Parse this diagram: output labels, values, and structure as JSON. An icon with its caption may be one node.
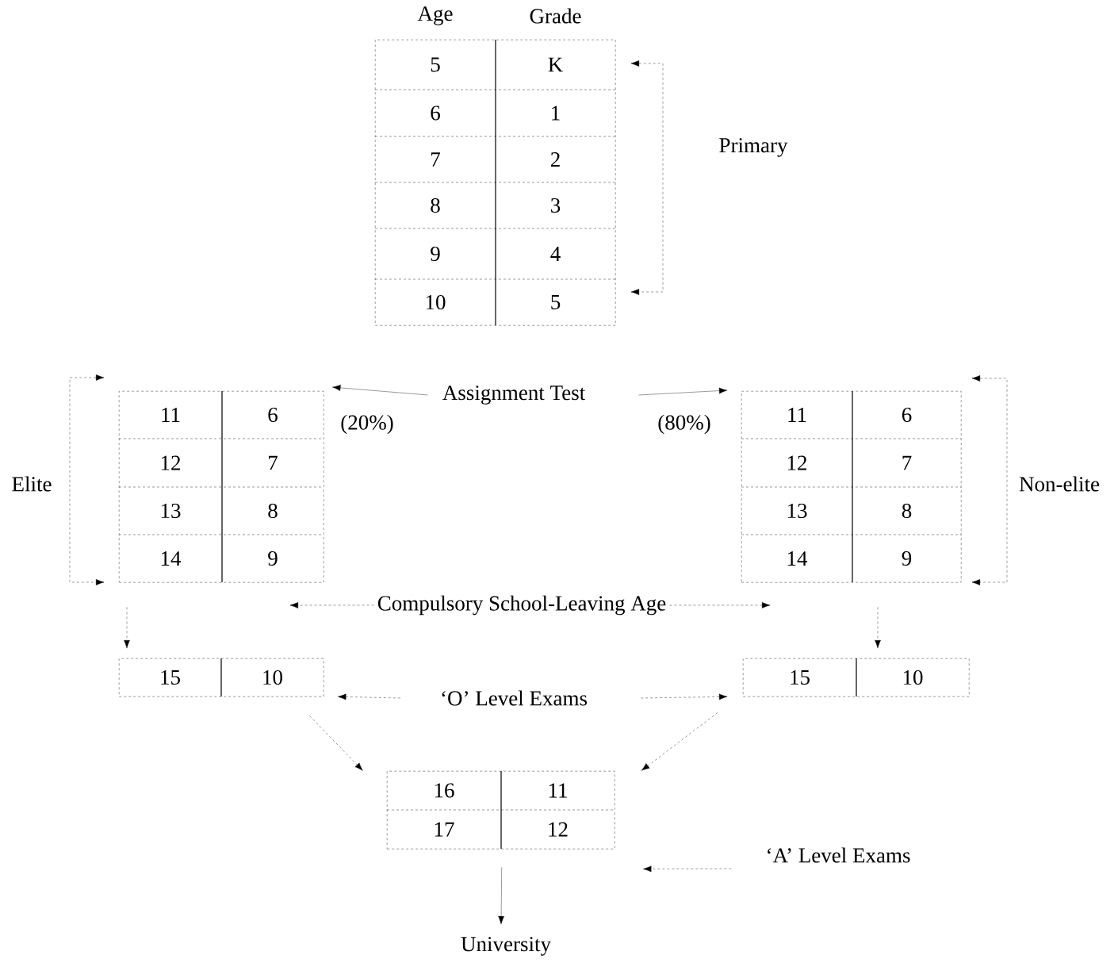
{
  "diagram": {
    "nodes": [
      {
        "text": [
          "Age",
          "Grade",
          "5",
          "K",
          "6",
          "1",
          "7",
          "2",
          "8",
          "3",
          "9",
          "4",
          "10",
          "5"
        ]
      },
      {
        "text": [
          "Assignment Test"
        ]
      },
      {
        "text": [
          "11",
          "6",
          "12",
          "7",
          "13",
          "8",
          "14",
          "9"
        ]
      },
      {
        "text": [
          "11",
          "6",
          "12",
          "7",
          "13",
          "8",
          "14",
          "9"
        ]
      },
      {
        "text": [
          "Compulsory School-Leaving Age"
        ]
      },
      {
        "text": [
          "15",
          "10"
        ]
      },
      {
        "text": [
          "‘O’ Level Exams"
        ]
      },
      {
        "text": [
          "15",
          "10"
        ]
      },
      {
        "text": [
          "16",
          "11",
          "17",
          "12"
        ]
      },
      {
        "text": [
          "‘A’ Level Exams"
        ]
      },
      {
        "text": [
          "University"
        ]
      }
    ],
    "edges": [
      {
        "from": 1,
        "to": 2,
        "arrow": "to",
        "label": "(20%)"
      },
      {
        "from": 1,
        "to": 3,
        "arrow": "to",
        "label": "(80%)"
      },
      {
        "from": 4,
        "to": null,
        "arrow": "to",
        "style": "dashed"
      },
      {
        "from": 4,
        "to": null,
        "arrow": "to",
        "style": "dashed"
      },
      {
        "from": 2,
        "to": 5,
        "arrow": "to",
        "style": "dashed"
      },
      {
        "from": 3,
        "to": 7,
        "arrow": "to",
        "style": "dashed"
      },
      {
        "from": 6,
        "to": 5,
        "arrow": "to",
        "style": "dashed"
      },
      {
        "from": 6,
        "to": 7,
        "arrow": "to",
        "style": "dashed"
      },
      {
        "from": 5,
        "to": 8,
        "arrow": "to",
        "style": "dashed"
      },
      {
        "from": 7,
        "to": 8,
        "arrow": "to",
        "style": "dashed"
      },
      {
        "from": 9,
        "to": 8,
        "arrow": "to",
        "style": "dashed"
      },
      {
        "from": 8,
        "to": 10,
        "arrow": "to"
      }
    ],
    "labels": [
      "Primary",
      "Elite",
      "Non-elite"
    ]
  }
}
